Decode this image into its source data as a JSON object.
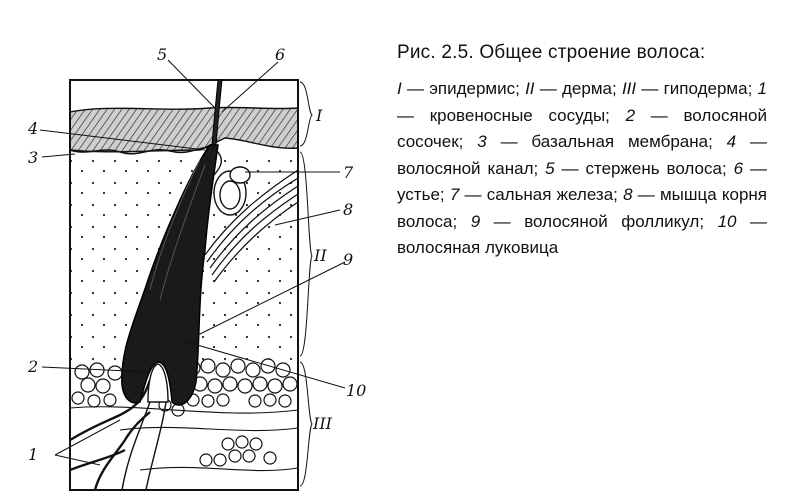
{
  "caption": {
    "title": "Рис. 2.5. Общее строение волоса:",
    "legend": [
      {
        "key": "I",
        "text": "эпидермис"
      },
      {
        "key": "II",
        "text": "дерма"
      },
      {
        "key": "III",
        "text": "гиподерма"
      },
      {
        "key": "1",
        "text": "кровеносные сосуды"
      },
      {
        "key": "2",
        "text": "волосяной сосочек"
      },
      {
        "key": "3",
        "text": "базальная мембрана"
      },
      {
        "key": "4",
        "text": "волосяной канал"
      },
      {
        "key": "5",
        "text": "стержень волоса"
      },
      {
        "key": "6",
        "text": "устье"
      },
      {
        "key": "7",
        "text": "сальная железа"
      },
      {
        "key": "8",
        "text": "мышца корня волоса"
      },
      {
        "key": "9",
        "text": "волосяной фолликул"
      },
      {
        "key": "10",
        "text": "волосяная луковица"
      }
    ]
  },
  "labels": {
    "n1": "1",
    "n2": "2",
    "n3": "3",
    "n4": "4",
    "n5": "5",
    "n6": "6",
    "n7": "7",
    "n8": "8",
    "n9": "9",
    "n10": "10",
    "layer1": "I",
    "layer2": "II",
    "layer3": "III"
  }
}
